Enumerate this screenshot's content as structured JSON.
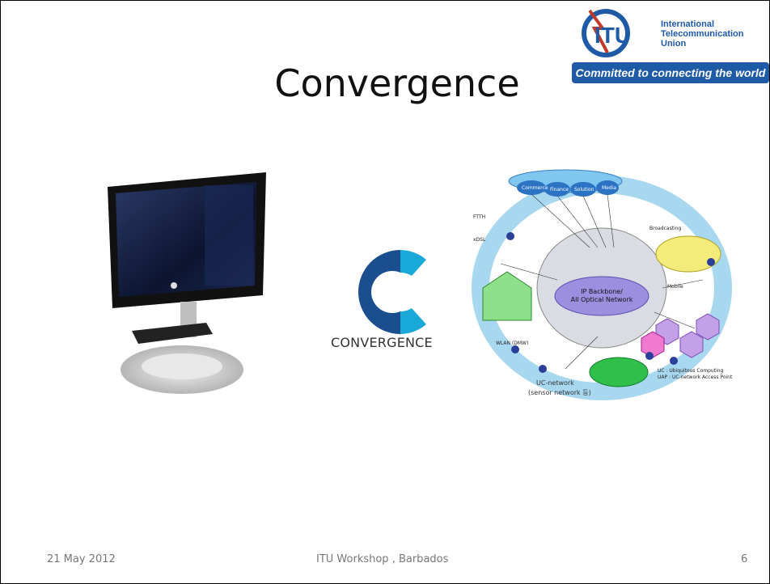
{
  "slide": {
    "title": "Convergence",
    "footer_date": "21 May 2012",
    "footer_center": "ITU Workshop , Barbados",
    "page_number": "6"
  },
  "itu_logo": {
    "abbrev": "ITU",
    "name_line1": "International",
    "name_line2": "Telecommunication",
    "name_line3": "Union",
    "tagline": "Committed to connecting the world"
  },
  "convergence_logo": {
    "wordmark": "CONVERGENCE"
  },
  "network_diagram": {
    "services": [
      "Commerce",
      "Finance",
      "Solution",
      "Media"
    ],
    "core_label_line1": "IP Backbone/",
    "core_label_line2": "All Optical Network",
    "sensor_label_line1": "UC-network",
    "sensor_label_line2": "(sensor network 등)",
    "ftth_label": "FTTH",
    "xdsl_label": "xDSL",
    "mobile_label": "Mobile",
    "broadcasting_label": "Broadcasting",
    "wlan_label": "WLAN (DMW)",
    "legend_line1": "UC : Ubiquitous Computing",
    "legend_line2": "UAP : UC-network Access Point"
  },
  "colors": {
    "itu_blue": "#1f5aa6",
    "convergence_blue_dark": "#1b4e8f",
    "convergence_blue_light": "#19a9d8",
    "ring_blue": "#a8d8f0"
  }
}
